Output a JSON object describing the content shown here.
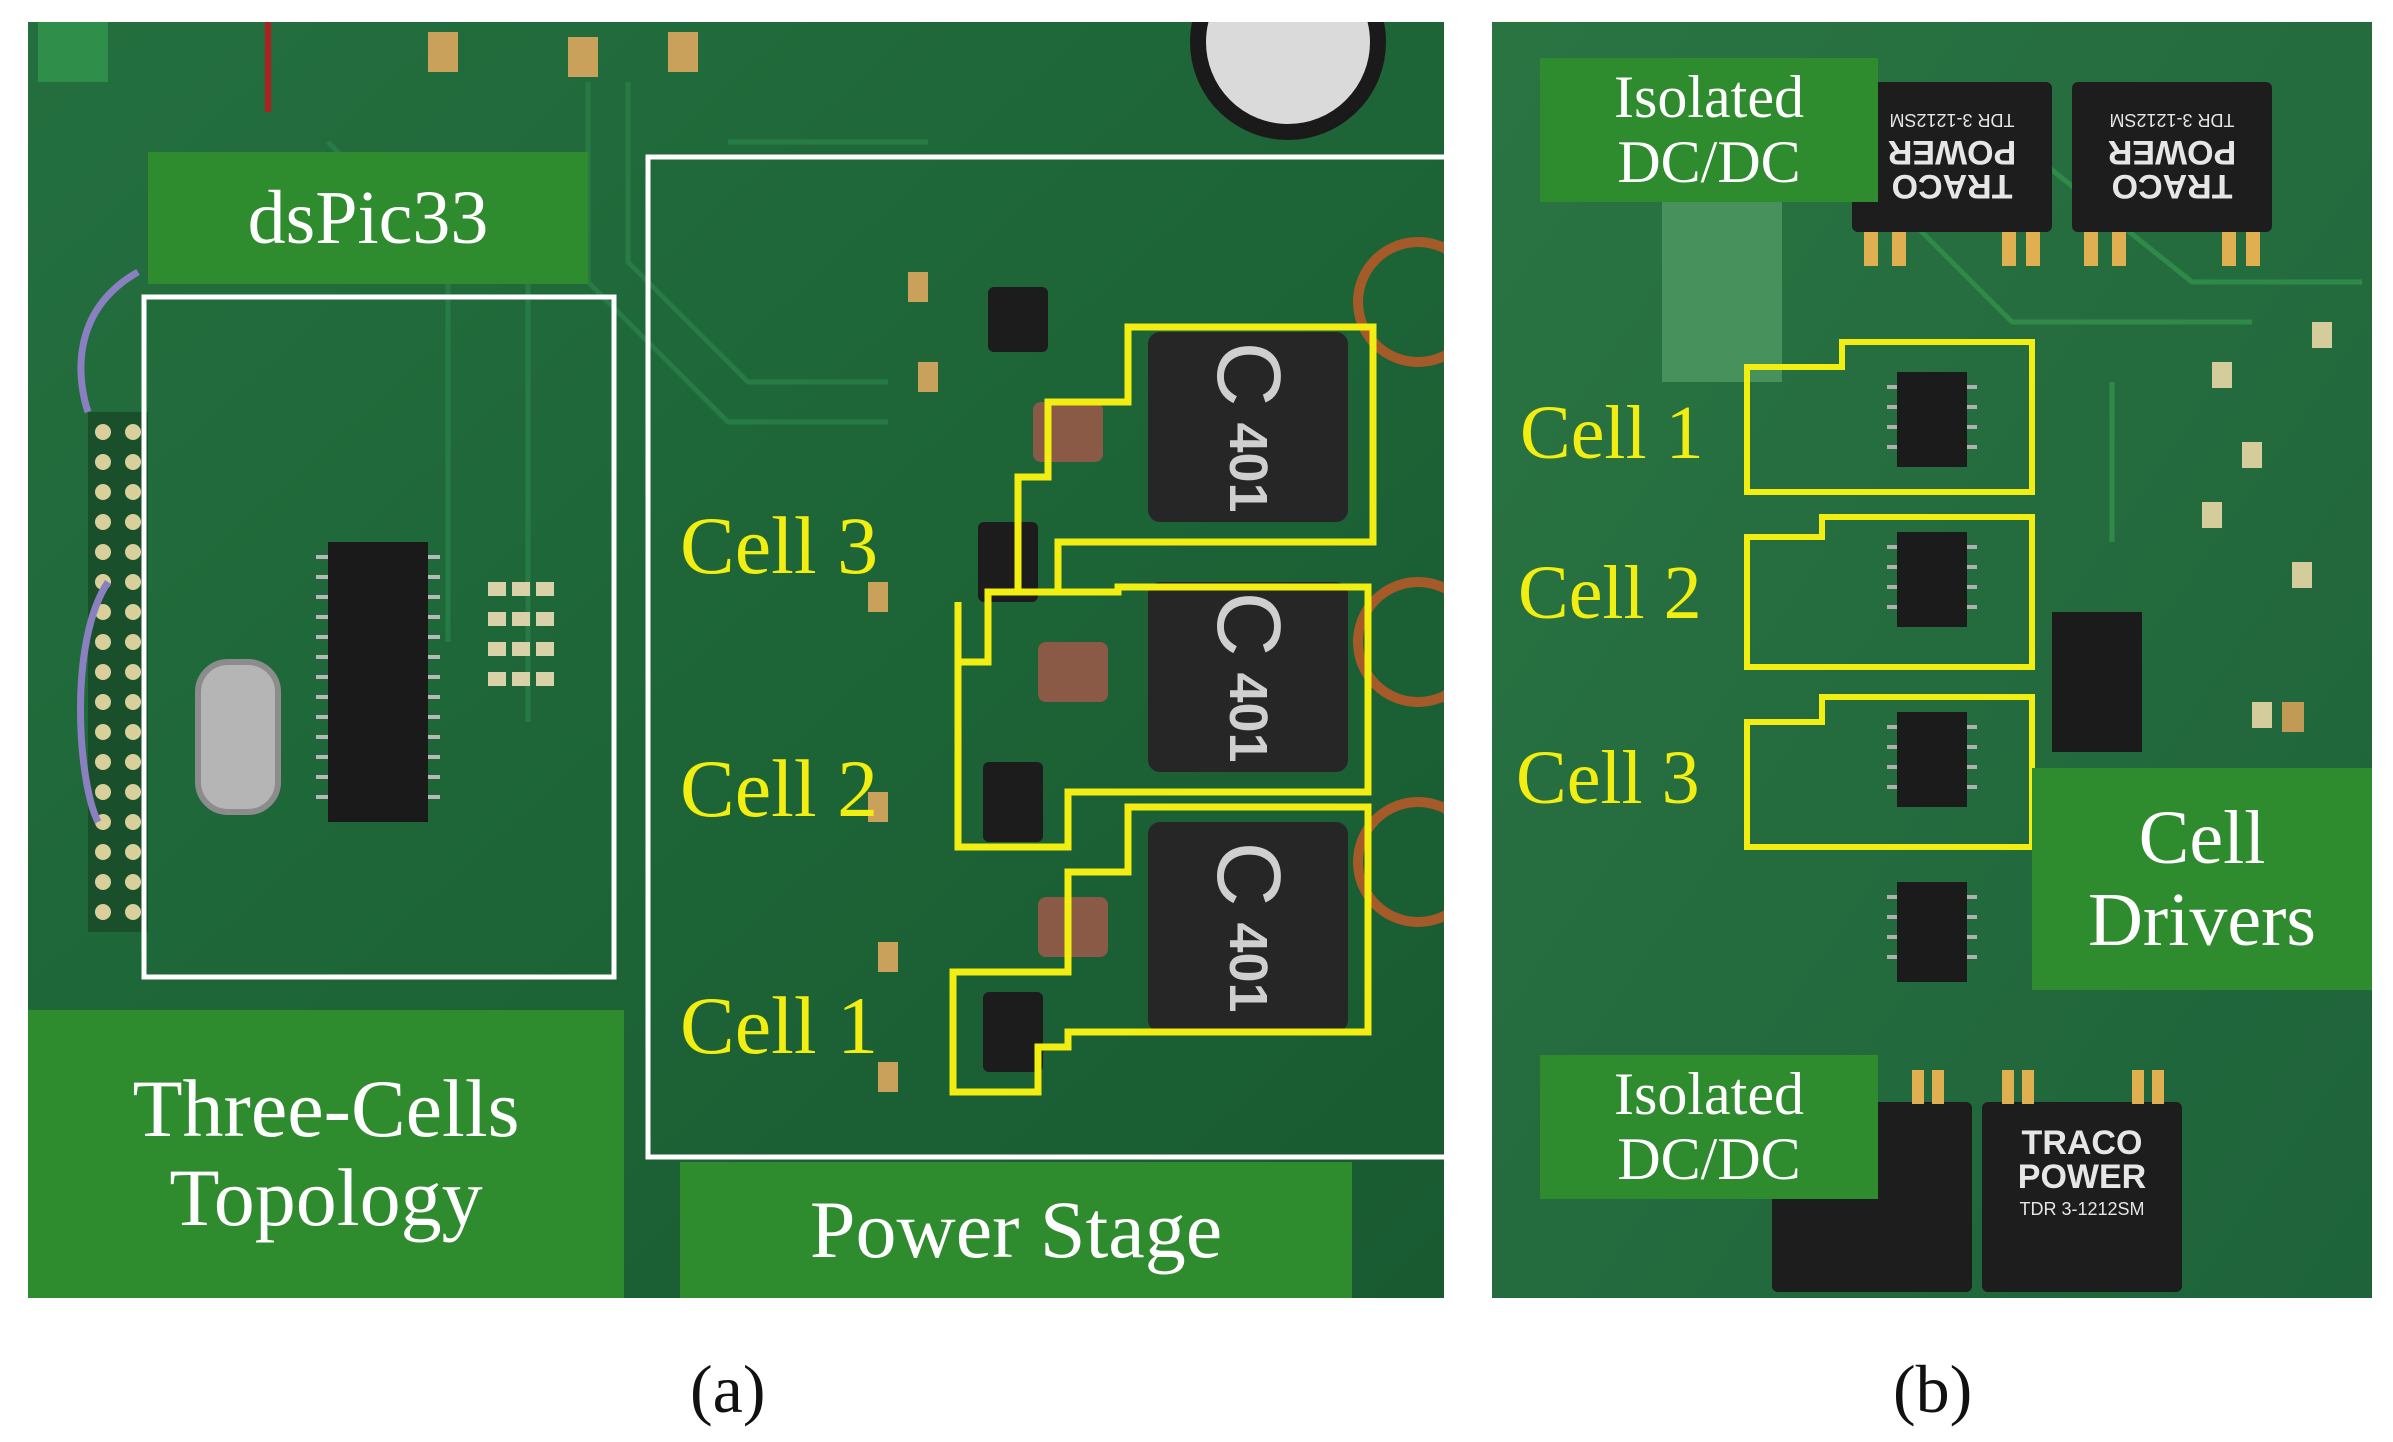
{
  "panel_a": {
    "labels": {
      "controller": "dsPic33",
      "topology_line1": "Three-Cells",
      "topology_line2": "Topology",
      "power_stage": "Power Stage"
    },
    "cells": [
      "Cell 3",
      "Cell 2",
      "Cell 1"
    ],
    "inductor_marking_letter": "C",
    "inductor_marking_number": "401",
    "caption": "(a)"
  },
  "panel_b": {
    "labels": {
      "isolated_top_line1": "Isolated",
      "isolated_top_line2": "DC/DC",
      "isolated_bottom_line1": "Isolated",
      "isolated_bottom_line2": "DC/DC",
      "drivers_line1": "Cell",
      "drivers_line2": "Drivers"
    },
    "cells": [
      "Cell 1",
      "Cell 2",
      "Cell 3"
    ],
    "dcdc_modules": [
      {
        "brand": "TRACO",
        "brand2": "POWER",
        "model": "TDR 3-1212SM"
      },
      {
        "brand": "TRACO",
        "brand2": "POWER",
        "model": "TDR 3-1212SM"
      }
    ],
    "caption": "(b)"
  },
  "colors": {
    "pcb": "#1f6b3a",
    "label_bg": "#2e8b2e",
    "highlight_yellow": "#f2ee12",
    "frame_white": "#ffffff"
  }
}
